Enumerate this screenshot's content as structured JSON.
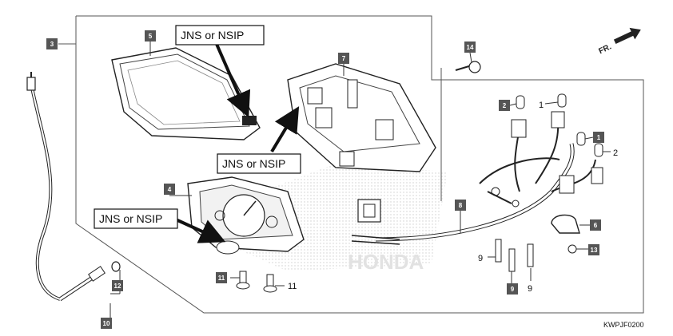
{
  "diagram": {
    "part_code": "KWPJF0200",
    "direction_mark": "FR.",
    "callout_text": "JNS or NSIP",
    "boxed_labels": [
      "3",
      "5",
      "7",
      "14",
      "2",
      "1",
      "4",
      "8",
      "6",
      "13",
      "11",
      "9",
      "12",
      "10"
    ],
    "plain_labels": [
      "1",
      "2",
      "9",
      "9",
      "11"
    ],
    "watermark": "HONDA"
  }
}
